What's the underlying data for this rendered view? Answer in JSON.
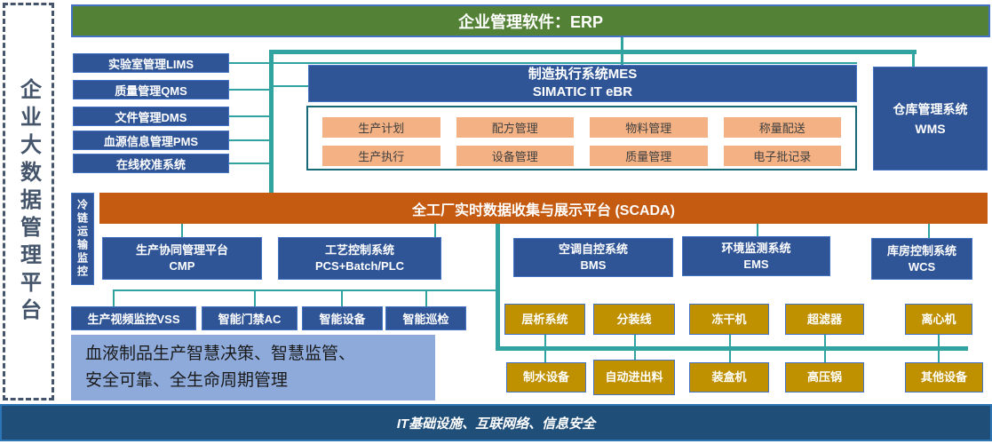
{
  "colors": {
    "green": "#538135",
    "blue": "#2F5597",
    "blue_border": "#4472C4",
    "orange_light": "#F4B183",
    "orange_dark": "#C55A11",
    "gold": "#BF9000",
    "light_blue": "#8EAADB",
    "teal": "#31A3A0",
    "teal_dark": "#176B77",
    "navy": "#1F4E79",
    "sidebar": "#44546A",
    "text_dark": "#1A1A1A"
  },
  "sidebar": {
    "label": "企业大数据管理平台"
  },
  "erp": {
    "label": "企业管理软件：ERP"
  },
  "left_systems": {
    "items": [
      {
        "label": "实验室管理LIMS"
      },
      {
        "label": "质量管理QMS"
      },
      {
        "label": "文件管理DMS"
      },
      {
        "label": "血源信息管理PMS"
      },
      {
        "label": "在线校准系统"
      }
    ]
  },
  "mes": {
    "title_line1": "制造执行系统MES",
    "title_line2": "SIMATIC IT eBR",
    "modules": [
      "生产计划",
      "配方管理",
      "物料管理",
      "称量配送",
      "生产执行",
      "设备管理",
      "质量管理",
      "电子批记录"
    ]
  },
  "wms": {
    "line1": "仓库管理系统",
    "line2": "WMS"
  },
  "scada": {
    "label": "全工厂实时数据收集与展示平台 (SCADA)"
  },
  "cold_chain": {
    "label": "冷链运输监控"
  },
  "level2": {
    "items": [
      {
        "name": "生产协同管理平台",
        "code": "CMP"
      },
      {
        "name": "工艺控制系统",
        "code": "PCS+Batch/PLC"
      },
      {
        "name": "空调自控系统",
        "code": "BMS"
      },
      {
        "name": "环境监测系统",
        "code": "EMS"
      },
      {
        "name": "库房控制系统",
        "code": "WCS"
      }
    ]
  },
  "smart_row": {
    "items": [
      "生产视频监控VSS",
      "智能门禁AC",
      "智能设备",
      "智能巡检"
    ]
  },
  "vision": {
    "line1": "血液制品生产智慧决策、智慧监管、",
    "line2": "安全可靠、全生命周期管理"
  },
  "equipment": {
    "row1": [
      "层析系统",
      "分装线",
      "冻干机",
      "超滤器",
      "离心机"
    ],
    "row2": [
      "制水设备",
      "自动进出料",
      "装盒机",
      "高压锅",
      "其他设备"
    ]
  },
  "footer": {
    "label": "IT基础设施、互联网络、信息安全"
  }
}
